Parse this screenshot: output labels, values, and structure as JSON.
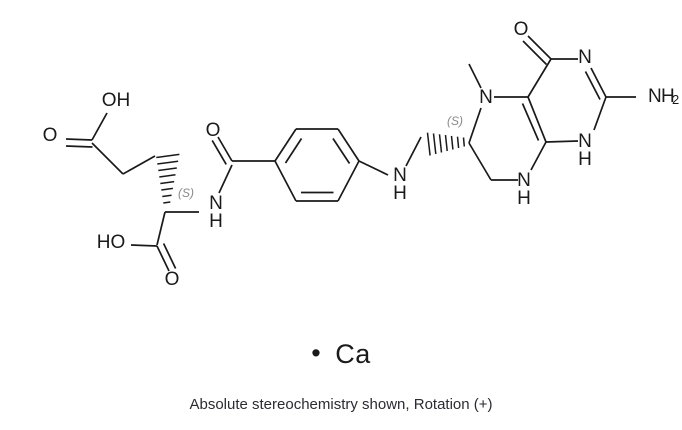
{
  "diagram": {
    "kind": "chemical-structure",
    "compound": "Calcium L-5-methyltetrahydrofolate",
    "atom_labels": {
      "glu_carboxyl1_oh": "OH",
      "glu_carboxyl1_o": "O",
      "glu_carboxyl2_ho": "HO",
      "glu_carboxyl2_o": "O",
      "amide_o": "O",
      "amide_n": "N",
      "amide_n_h": "H",
      "anilino_n": "N",
      "anilino_n_h": "H",
      "pterin_n5": "N",
      "pterin_n8": "N",
      "pterin_n8_h": "H",
      "pterin_n3": "N",
      "pterin_n3_h": "H",
      "pterin_n1": "N",
      "pterin_o4": "O",
      "amino_n": "N",
      "amino_h": "H",
      "amino_count": "2"
    },
    "stereo_labels": {
      "glutamate_center": "(S)",
      "pterin_c6_center": "(S)"
    }
  },
  "counterion": {
    "bullet": "•",
    "label": "Ca"
  },
  "caption": {
    "text": "Absolute stereochemistry shown, Rotation (+)"
  },
  "colors": {
    "bond": "#1a1a1a",
    "stereo_text": "#8a8a8a",
    "caption_text": "#2b2b33",
    "background": "#ffffff"
  }
}
